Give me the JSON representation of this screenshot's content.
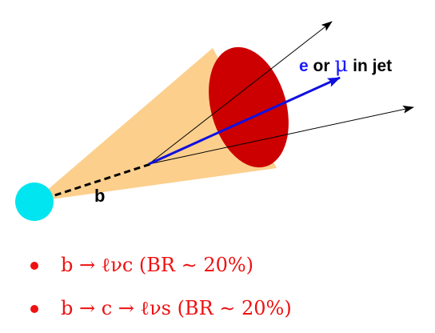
{
  "diagram": {
    "particle_label": "b",
    "jet_label": {
      "electron": "e",
      "or": "or",
      "muon": "μ",
      "suffix": "in jet"
    },
    "colors": {
      "cone": "#fccf8c",
      "jet_face": "#cc0000",
      "vertex": "#00e5f0",
      "lepton_arrow": "#1010e0",
      "track": "#000000",
      "label_blue": "#1a1aff",
      "bullet_red": "#ee1111"
    }
  },
  "decays": [
    {
      "text": "b → ℓνc (BR ∼ 20%)"
    },
    {
      "text": "b → c → ℓνs (BR ∼ 20%)"
    }
  ]
}
